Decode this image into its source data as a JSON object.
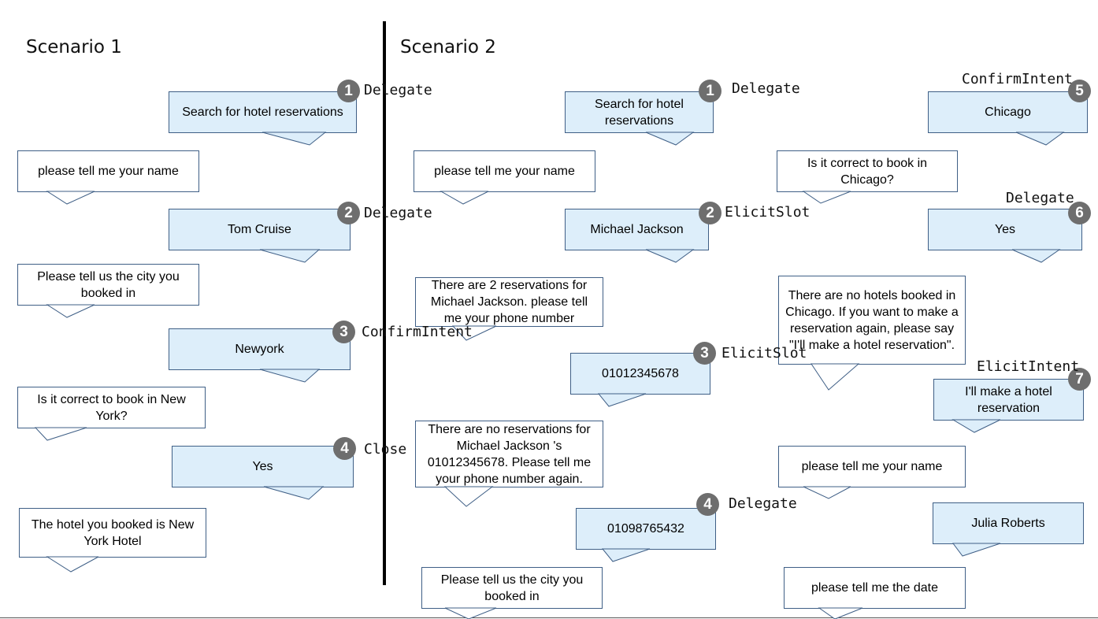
{
  "scenario1": {
    "title": "Scenario 1",
    "messages": [
      {
        "role": "user",
        "text": "Search for hotel reservations",
        "step": "1",
        "action": "Delegate"
      },
      {
        "role": "bot",
        "text": "please tell me your name"
      },
      {
        "role": "user",
        "text": "Tom Cruise",
        "step": "2",
        "action": "Delegate"
      },
      {
        "role": "bot",
        "text": "Please tell us the city you booked in"
      },
      {
        "role": "user",
        "text": "Newyork",
        "step": "3",
        "action": "ConfirmIntent"
      },
      {
        "role": "bot",
        "text": "Is it correct to book in New York?"
      },
      {
        "role": "user",
        "text": "Yes",
        "step": "4",
        "action": "Close"
      },
      {
        "role": "bot",
        "text": "The hotel you booked is New York Hotel"
      }
    ]
  },
  "scenario2": {
    "title": "Scenario 2",
    "messages": [
      {
        "role": "user",
        "text": "Search for hotel reservations",
        "step": "1",
        "action": "Delegate"
      },
      {
        "role": "bot",
        "text": "please tell me your name"
      },
      {
        "role": "user",
        "text": "Michael Jackson",
        "step": "2",
        "action": "ElicitSlot"
      },
      {
        "role": "bot",
        "text": "There are 2 reservations for Michael Jackson. please tell me your phone number"
      },
      {
        "role": "user",
        "text": "01012345678",
        "step": "3",
        "action": "ElicitSlot"
      },
      {
        "role": "bot",
        "text": "There are no reservations for Michael Jackson 's 01012345678. Please tell me your phone number again."
      },
      {
        "role": "user",
        "text": "01098765432",
        "step": "4",
        "action": "Delegate"
      },
      {
        "role": "bot",
        "text": "Please tell us the city you booked in"
      },
      {
        "role": "user",
        "text": "Chicago",
        "step": "5",
        "action": "ConfirmIntent"
      },
      {
        "role": "bot",
        "text": "Is it correct to book in Chicago?"
      },
      {
        "role": "user",
        "text": "Yes",
        "step": "6",
        "action": "Delegate"
      },
      {
        "role": "bot",
        "text": "There are no hotels booked in Chicago. If you want to make a reservation again, please say \"I'll make a hotel reservation\"."
      },
      {
        "role": "user",
        "text": "I'll make a hotel reservation",
        "step": "7",
        "action": "ElicitIntent"
      },
      {
        "role": "bot",
        "text": "please tell me your name"
      },
      {
        "role": "user",
        "text": "Julia Roberts"
      },
      {
        "role": "bot",
        "text": "please tell me the date"
      }
    ]
  },
  "colors": {
    "user_bubble": "#ddeefa",
    "bot_bubble": "#ffffff",
    "bubble_border": "#3f5f86",
    "badge": "#6e6e6e",
    "divider": "#000000"
  }
}
